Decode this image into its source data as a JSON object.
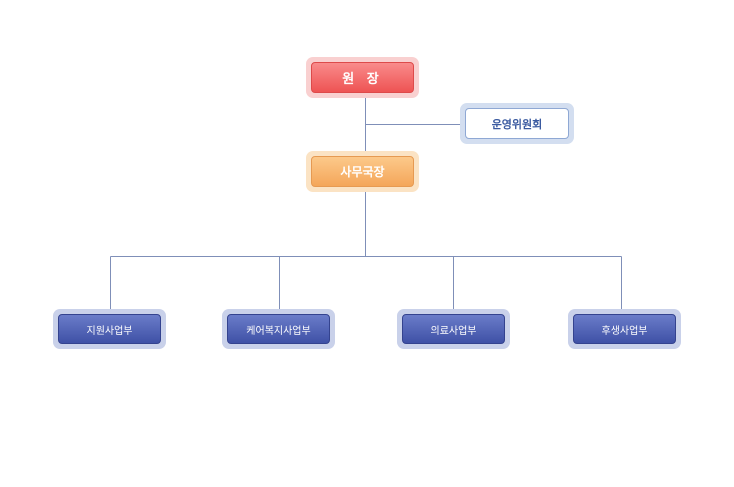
{
  "org_chart": {
    "director": "원 장",
    "committee": "운영위원회",
    "secretary_general": "사무국장",
    "departments": [
      "지원사업부",
      "케어복지사업부",
      "의료사업부",
      "후생사업부"
    ]
  },
  "colors": {
    "director": "#ee5353",
    "committee_border": "#8fa8d4",
    "secretary": "#f4a65a",
    "department": "#3f51a6",
    "connector": "#7f8fb8"
  }
}
